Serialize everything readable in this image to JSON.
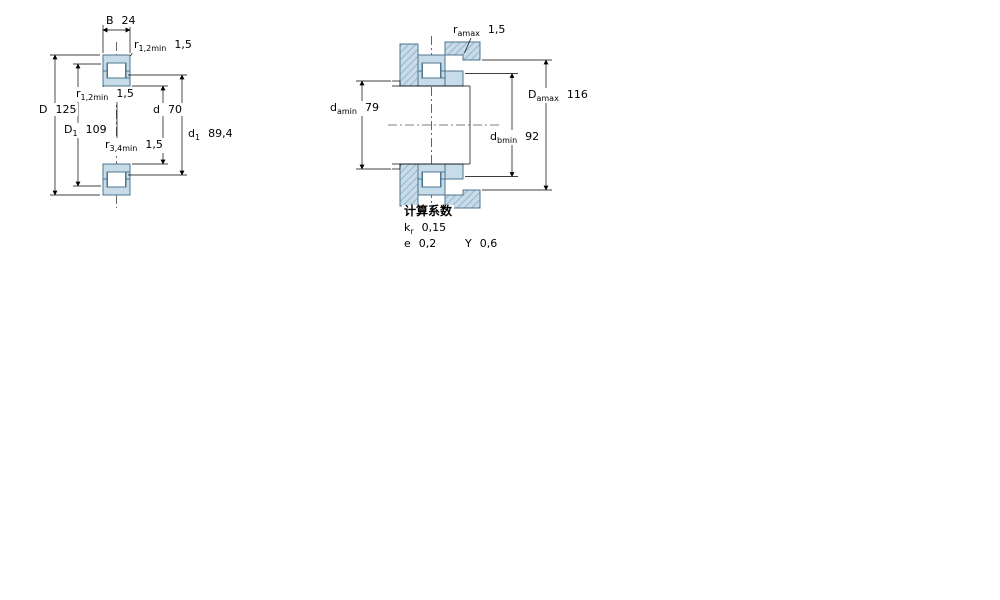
{
  "diagram": {
    "left_view": {
      "dim_B": {
        "symbol": "B",
        "value": "24"
      },
      "dim_r12_top": {
        "symbol": "r",
        "sub": "1,2min",
        "value": "1,5"
      },
      "dim_r12_left": {
        "symbol": "r",
        "sub": "1,2min",
        "value": "1,5"
      },
      "dim_D": {
        "symbol": "D",
        "value": "125"
      },
      "dim_D1": {
        "symbol": "D",
        "sub": "1",
        "value": "109"
      },
      "dim_d": {
        "symbol": "d",
        "value": "70"
      },
      "dim_r34": {
        "symbol": "r",
        "sub": "3,4min",
        "value": "1,5"
      },
      "dim_d1": {
        "symbol": "d",
        "sub": "1",
        "value": "89,4"
      }
    },
    "right_view": {
      "dim_ramax": {
        "symbol": "r",
        "sub": "amax",
        "value": "1,5"
      },
      "dim_damin": {
        "symbol": "d",
        "sub": "amin",
        "value": "79"
      },
      "dim_Damax": {
        "symbol": "D",
        "sub": "amax",
        "value": "116"
      },
      "dim_dbmin": {
        "symbol": "d",
        "sub": "bmin",
        "value": "92"
      }
    },
    "factors": {
      "title": "计算系数",
      "kr": {
        "symbol": "k",
        "sub": "r",
        "value": "0,15"
      },
      "e": {
        "symbol": "e",
        "value": "0,2"
      },
      "Y": {
        "symbol": "Y",
        "value": "0,6"
      }
    },
    "colors": {
      "section_fill": "#c7dbe9",
      "section_stroke": "#4d7590",
      "line": "#000000",
      "background": "#ffffff"
    }
  }
}
